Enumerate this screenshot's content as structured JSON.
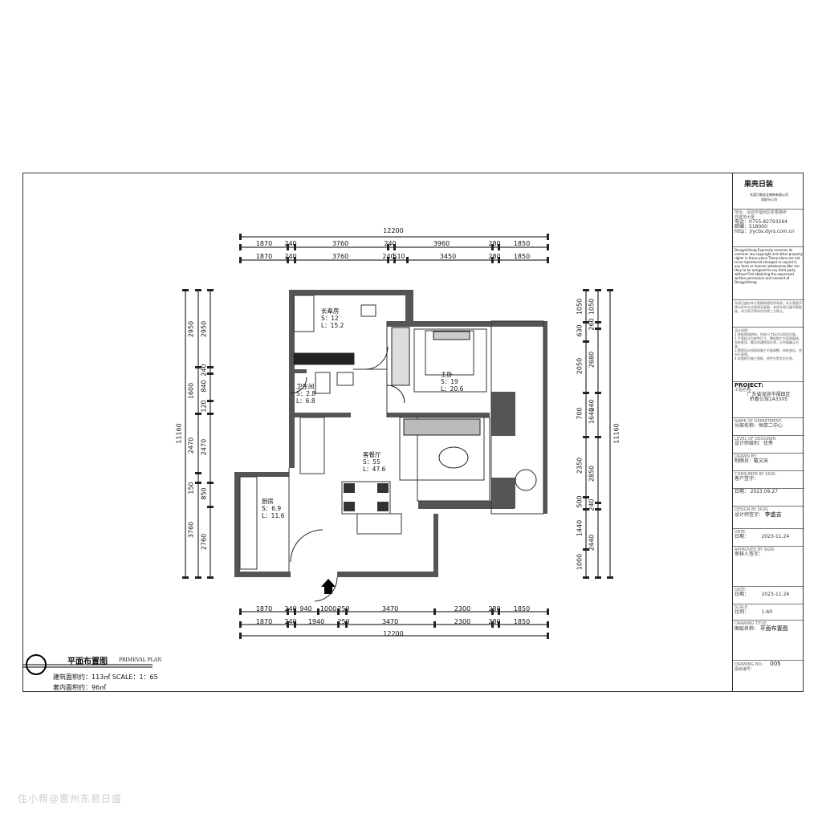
{
  "titleblock": {
    "company_logo": "果壳日装",
    "company_name": "东莞日装实业装饰有限公司\n深圳分公司",
    "address": "地址：深圳市福田区新香路侨\n商置地大厦",
    "phone": "电话：0755-82793264",
    "postcode": "邮编：518000",
    "website": "http：//ycbs.dyrs.com.cn",
    "copyright_en": "Dongyi/zheng Expressly reserves its common law copyright and other property rights in these plans.These plans are not to be reproduced changed or copied in any form or manner whatsoever,Nor are they to be assigned to any third party without first obtaining the expressed written permission and consent of Dongyi/zheng",
    "copyright_cn": "东易日盛对本方案拥有版权所有权。本方案图不得以任何方式修改及复制，未经东易日盛书面批准，本方案不得向任何第三方转让。",
    "notes": "设计说明：\n1.原始墙体结构，所有尺寸标注以现场为准。\n2.平面标注为参考尺寸，需由施工方现场复核，如有差异，需及时通知设计师，以书面确认为准。\n3.隔墙设计如现场施工不能调整，如有变化，会另行说明。\n4.本图纸为施工图纸，经甲方签字后生效。",
    "project_label": "PROJECT:",
    "project_name_label": "工程名称:",
    "project_name": "广东省深圳市福田区\n侨香公馆1A3305",
    "department_label": "NAME OF DEPARTMENT:",
    "department": "分部名称：恒厚二中心",
    "designer_level_label": "LEVEL OF DESIGNER:",
    "designer_level": "设计师级别：优秀",
    "drawn_by_label": "DRAWN BY:",
    "drawn_by": "制图员：戴文采",
    "consumer_label": "CONSUMER BY SIGN:",
    "consumer": "客户签字：",
    "date1_label": "日期：",
    "date1": "2023.09.27",
    "design_sign_label": "DESIGN BY SIGN:",
    "design_sign": "设计师签字：",
    "designer_name": "李盛吉",
    "date2_label": "DATE:",
    "date2_cn": "日期：",
    "date2": "2023-11.24",
    "approved_label": "APPROVED BY SIGN:",
    "approved": "审核人签字：",
    "date3_label": "DATE:",
    "date3_cn": "日期：",
    "date3": "2023-11.24",
    "scale_label": "SCALE:",
    "scale_cn": "比例：",
    "scale": "1:60",
    "drawing_title_label": "DRAWING TITLE:",
    "drawing_title_cn": "图纸名称：",
    "drawing_title": "平面布置图",
    "drawing_no_label": "DRAWING NO.:",
    "drawing_no_cn": "图纸编号：",
    "drawing_no": "005"
  },
  "legend": {
    "title": "平面布置图",
    "title_en": "PRIMEVAL PLAN",
    "area_build": "建筑面积约：113㎡   SCALE：1：65",
    "area_inner": "套内面积约：96㎡"
  },
  "rooms": {
    "storage": [
      "长辈房",
      "S：12",
      "L：15.2"
    ],
    "bath": [
      "卫生间",
      "S：2.8",
      "L：6.8"
    ],
    "master": [
      "主卧",
      "S：19",
      "L：20.6"
    ],
    "living": [
      "客餐厅",
      "S：55",
      "L：47.6"
    ],
    "kitchen": [
      "厨房",
      "S：6.9",
      "L：11.6"
    ]
  },
  "dims": {
    "top_total": "12200",
    "top_row1": [
      "1870",
      "240",
      "3760",
      "240",
      "3960",
      "280",
      "1850"
    ],
    "top_row2": [
      "1870",
      "240",
      "3760",
      "240",
      "510",
      "3450",
      "280",
      "1850"
    ],
    "bottom_row1": [
      "1870",
      "240",
      "940",
      "1000",
      "250",
      "3470",
      "2300",
      "280",
      "1850"
    ],
    "bottom_row2": [
      "1870",
      "240",
      "1940",
      "250",
      "3470",
      "2300",
      "280",
      "1850"
    ],
    "bottom_total": "12200",
    "left_total": "11160",
    "left_row1": [
      "2950",
      "1600",
      "2470",
      "150",
      "3760"
    ],
    "left_row2": [
      "2950",
      "240",
      "840",
      "120",
      "2470",
      "850",
      "2760"
    ],
    "right_total": "11160",
    "right_row1": [
      "1050",
      "630",
      "2050",
      "700",
      "2350",
      "500",
      "1440",
      "1000"
    ],
    "right_row2": [
      "1050",
      "260",
      "2680",
      "240",
      "1640",
      "2850",
      "240",
      "2440"
    ]
  },
  "watermark": "住小帮@惠州东易日盛"
}
